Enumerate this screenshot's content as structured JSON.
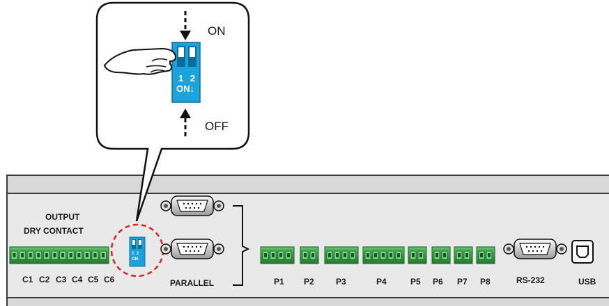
{
  "callout": {
    "on_label": "ON",
    "off_label": "OFF",
    "dip_numbers": "1 2",
    "dip_on": "ON↓"
  },
  "panel": {
    "output_title_line1": "OUTPUT",
    "output_title_line2": "DRY CONTACT",
    "contact_labels": [
      "C1",
      "C2",
      "C3",
      "C4",
      "C5",
      "C6"
    ],
    "parallel_label": "PARALLEL",
    "port_labels": [
      "P1",
      "P2",
      "P3",
      "P4",
      "P5",
      "P6",
      "P7",
      "P8"
    ],
    "rs232_label": "RS-232",
    "usb_label": "USB",
    "mini_dip_numbers": "1 2",
    "mini_dip_on": "ON↓"
  },
  "colors": {
    "dip_blue": "#1aa3dd",
    "terminal_green": "#2e9e3c",
    "panel_gray": "#e6e6e6",
    "callout_red": "#e02020"
  }
}
